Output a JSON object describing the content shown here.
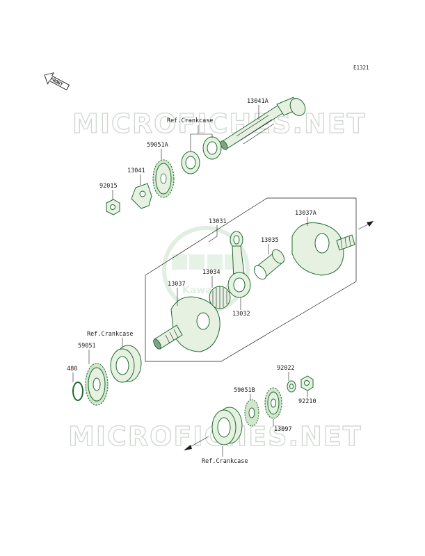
{
  "diagram_code": "E1321",
  "front_label": "FRONT",
  "watermark_text": "MICROFICHES.NET",
  "logo_text": "Kawasaki",
  "colors": {
    "part_fill": "#e6f1e2",
    "part_stroke": "#1f6b2f",
    "watermark": "#cfd6cf"
  },
  "labels": {
    "p13041A": "13041A",
    "ref_crankcase_top": "Ref.Crankcase",
    "p59051A": "59051A",
    "p13041": "13041",
    "p92015": "92015",
    "p13031": "13031",
    "p13037A": "13037A",
    "p13035": "13035",
    "p13034": "13034",
    "p13037": "13037",
    "p13032": "13032",
    "ref_crankcase_left": "Ref.Crankcase",
    "p59051": "59051",
    "p480": "480",
    "p92022": "92022",
    "p59051B": "59051B",
    "p92210": "92210",
    "p13097": "13097",
    "ref_crankcase_bottom": "Ref.Crankcase"
  }
}
